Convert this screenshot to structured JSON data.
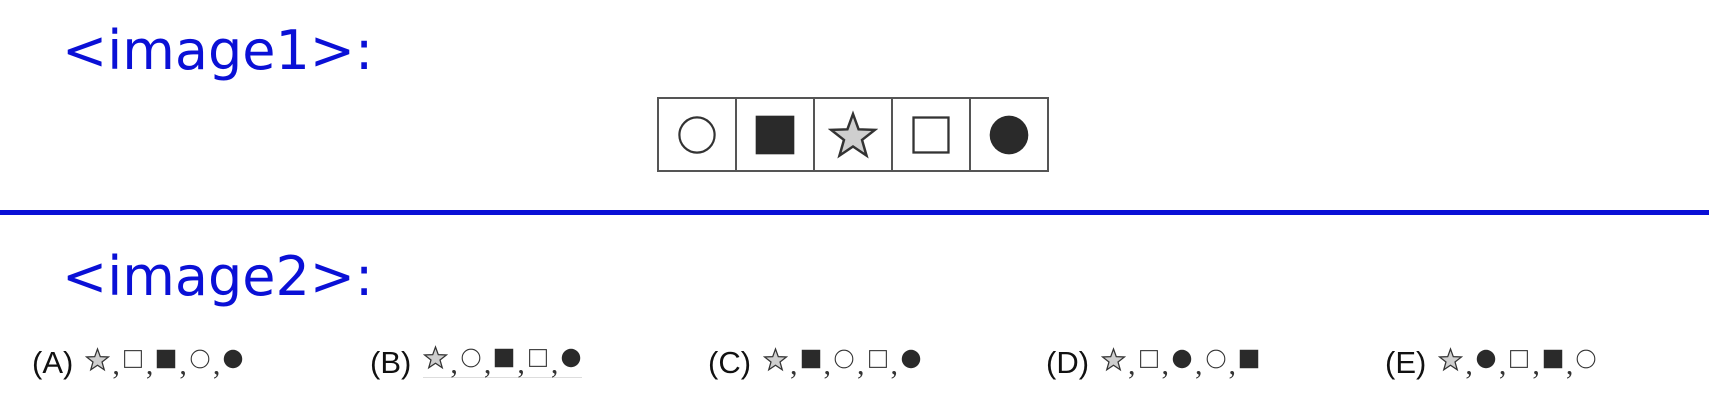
{
  "labels": {
    "image1": "<image1>:",
    "image2": "<image2>:"
  },
  "colors": {
    "label": "#0a10d6",
    "divider": "#0a10d6"
  },
  "strip": {
    "cells": [
      "circle-outline",
      "square-filled",
      "star",
      "square-outline",
      "circle-filled"
    ]
  },
  "options": [
    {
      "letter": "(A)",
      "sequence": [
        "star",
        "square-outline",
        "square-filled",
        "circle-outline",
        "circle-filled"
      ]
    },
    {
      "letter": "(B)",
      "sequence": [
        "star",
        "circle-outline",
        "square-filled",
        "square-outline",
        "circle-filled"
      ]
    },
    {
      "letter": "(C)",
      "sequence": [
        "star",
        "square-filled",
        "circle-outline",
        "square-outline",
        "circle-filled"
      ]
    },
    {
      "letter": "(D)",
      "sequence": [
        "star",
        "square-outline",
        "circle-filled",
        "circle-outline",
        "square-filled"
      ]
    },
    {
      "letter": "(E)",
      "sequence": [
        "star",
        "circle-filled",
        "square-outline",
        "square-filled",
        "circle-outline"
      ]
    }
  ]
}
